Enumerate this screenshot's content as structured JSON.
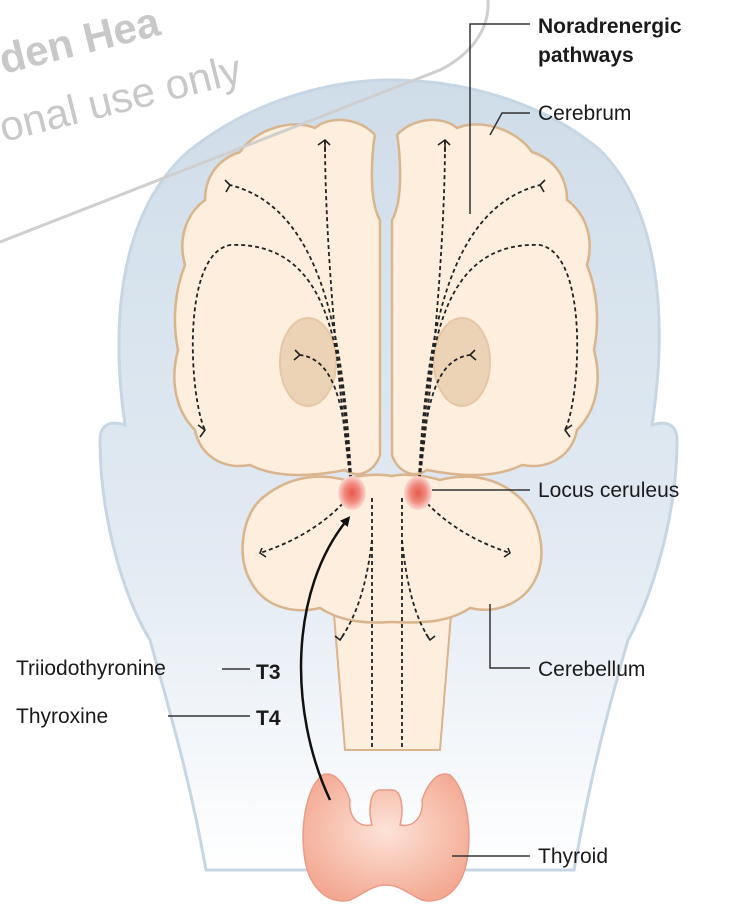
{
  "watermark": {
    "line1": "den Hea",
    "line2": "onal use only"
  },
  "labels": {
    "noradrenergic_line1": "Noradrenergic",
    "noradrenergic_line2": "pathways",
    "cerebrum": "Cerebrum",
    "locus_ceruleus": "Locus ceruleus",
    "cerebellum": "Cerebellum",
    "thyroid": "Thyroid",
    "triiodothyronine": "Triiodothyronine",
    "t3": "T3",
    "thyroxine": "Thyroxine",
    "t4": "T4"
  },
  "colors": {
    "head": "#d3dfea",
    "brain_fill": "#fdeedd",
    "brain_outline": "#d9b48c",
    "ventricle": "#ecd3b6",
    "locus": "#ee6a5e",
    "thyroid": "#f6b9a6",
    "pathway": "#222222"
  }
}
